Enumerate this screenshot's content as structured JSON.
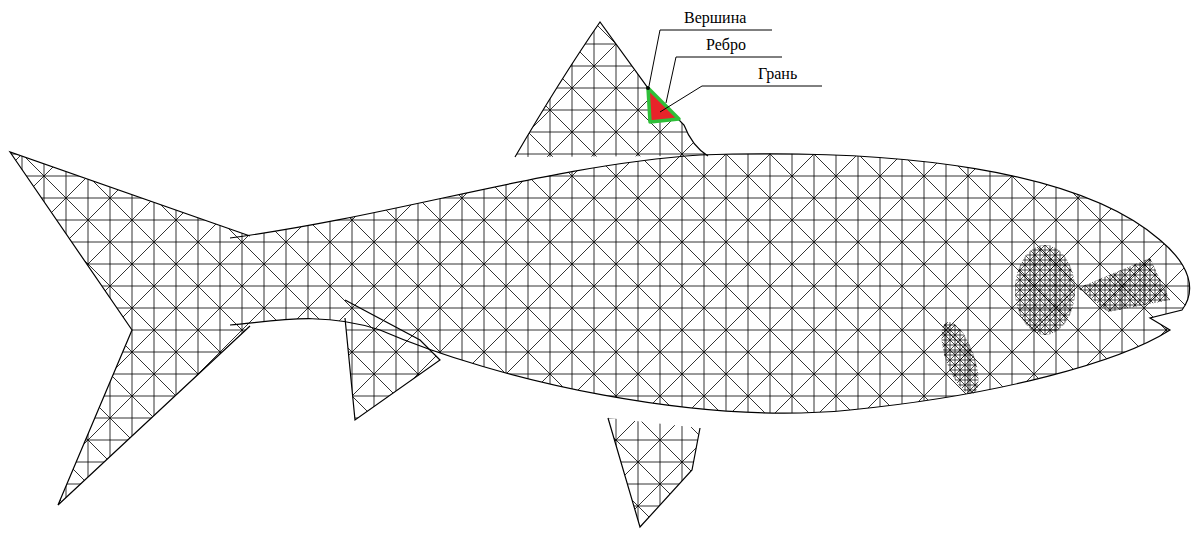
{
  "diagram": {
    "labels": [
      "Вершина",
      "Ребро",
      "Грань"
    ]
  }
}
